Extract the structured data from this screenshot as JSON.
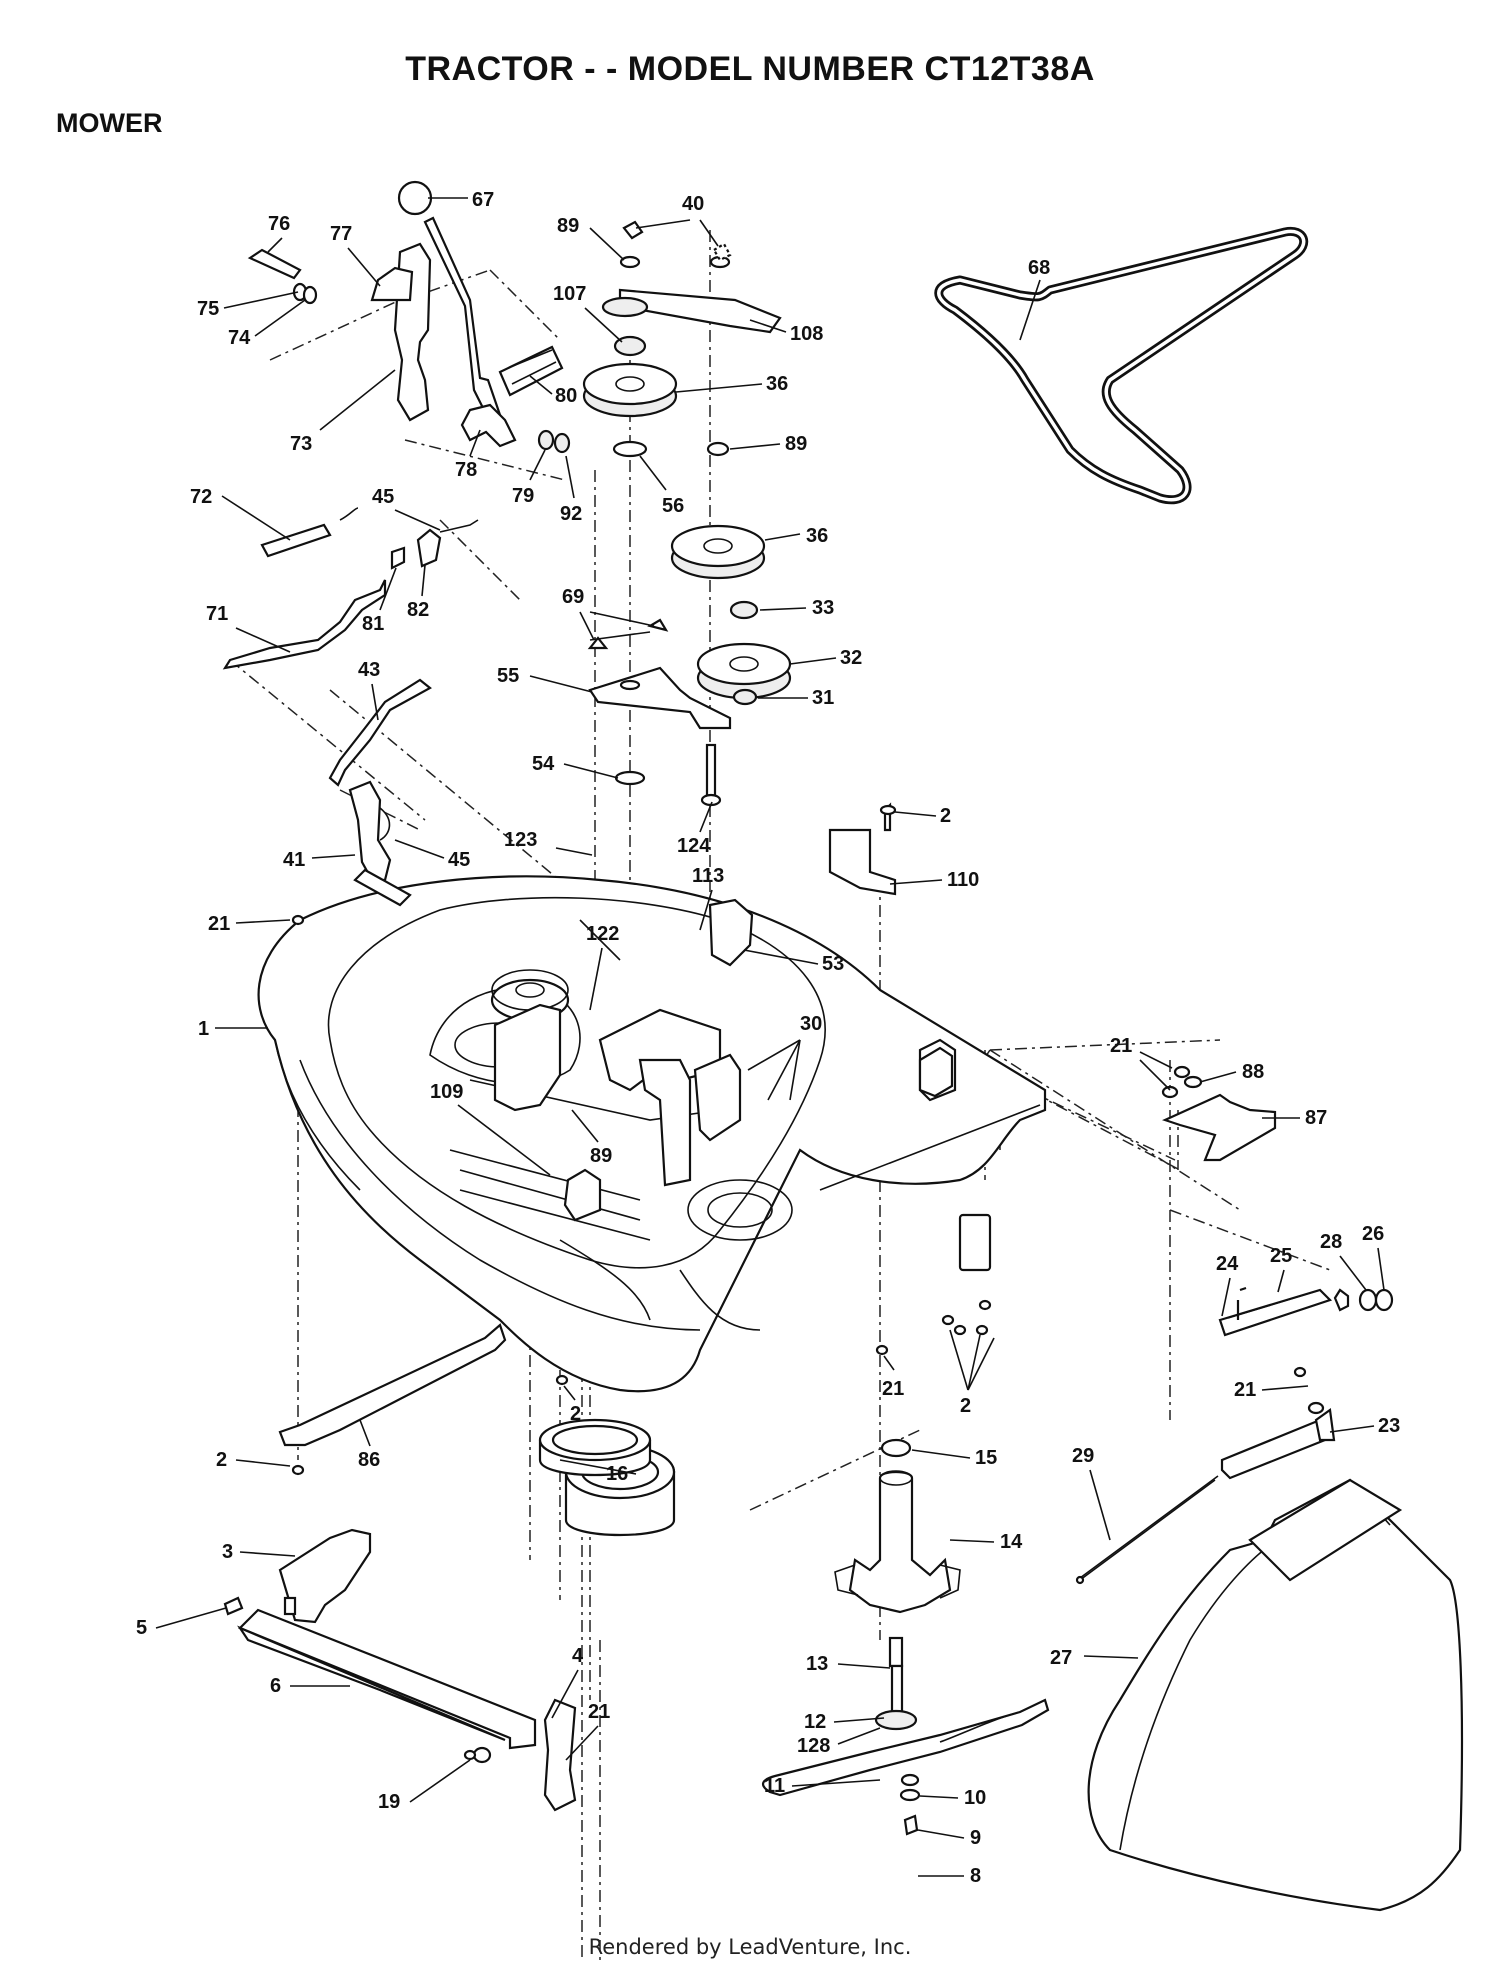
{
  "header": {
    "title": "TRACTOR - - MODEL NUMBER CT12T38A",
    "section": "MOWER"
  },
  "footer": {
    "credit": "Rendered by LeadVenture, Inc."
  },
  "callouts": [
    {
      "id": "c1",
      "text": "1"
    },
    {
      "id": "c2a",
      "text": "2"
    },
    {
      "id": "c2b",
      "text": "2"
    },
    {
      "id": "c2c",
      "text": "2"
    },
    {
      "id": "c2d",
      "text": "2"
    },
    {
      "id": "c3",
      "text": "3"
    },
    {
      "id": "c4",
      "text": "4"
    },
    {
      "id": "c5",
      "text": "5"
    },
    {
      "id": "c6",
      "text": "6"
    },
    {
      "id": "c8",
      "text": "8"
    },
    {
      "id": "c9",
      "text": "9"
    },
    {
      "id": "c10",
      "text": "10"
    },
    {
      "id": "c11",
      "text": "11"
    },
    {
      "id": "c12",
      "text": "12"
    },
    {
      "id": "c128",
      "text": "128"
    },
    {
      "id": "c13",
      "text": "13"
    },
    {
      "id": "c14",
      "text": "14"
    },
    {
      "id": "c15",
      "text": "15"
    },
    {
      "id": "c16",
      "text": "16"
    },
    {
      "id": "c19",
      "text": "19"
    },
    {
      "id": "c21a",
      "text": "21"
    },
    {
      "id": "c21b",
      "text": "21"
    },
    {
      "id": "c21c",
      "text": "21"
    },
    {
      "id": "c21d",
      "text": "21"
    },
    {
      "id": "c21e",
      "text": "21"
    },
    {
      "id": "c23",
      "text": "23"
    },
    {
      "id": "c24",
      "text": "24"
    },
    {
      "id": "c25",
      "text": "25"
    },
    {
      "id": "c26",
      "text": "26"
    },
    {
      "id": "c27",
      "text": "27"
    },
    {
      "id": "c28",
      "text": "28"
    },
    {
      "id": "c29",
      "text": "29"
    },
    {
      "id": "c30",
      "text": "30"
    },
    {
      "id": "c31",
      "text": "31"
    },
    {
      "id": "c32",
      "text": "32"
    },
    {
      "id": "c33",
      "text": "33"
    },
    {
      "id": "c36a",
      "text": "36"
    },
    {
      "id": "c36b",
      "text": "36"
    },
    {
      "id": "c40",
      "text": "40"
    },
    {
      "id": "c41",
      "text": "41"
    },
    {
      "id": "c43",
      "text": "43"
    },
    {
      "id": "c45a",
      "text": "45"
    },
    {
      "id": "c45b",
      "text": "45"
    },
    {
      "id": "c53",
      "text": "53"
    },
    {
      "id": "c54",
      "text": "54"
    },
    {
      "id": "c55",
      "text": "55"
    },
    {
      "id": "c56",
      "text": "56"
    },
    {
      "id": "c67",
      "text": "67"
    },
    {
      "id": "c68",
      "text": "68"
    },
    {
      "id": "c69",
      "text": "69"
    },
    {
      "id": "c71",
      "text": "71"
    },
    {
      "id": "c72",
      "text": "72"
    },
    {
      "id": "c73",
      "text": "73"
    },
    {
      "id": "c74",
      "text": "74"
    },
    {
      "id": "c75",
      "text": "75"
    },
    {
      "id": "c76",
      "text": "76"
    },
    {
      "id": "c77",
      "text": "77"
    },
    {
      "id": "c78",
      "text": "78"
    },
    {
      "id": "c79",
      "text": "79"
    },
    {
      "id": "c80",
      "text": "80"
    },
    {
      "id": "c81",
      "text": "81"
    },
    {
      "id": "c82",
      "text": "82"
    },
    {
      "id": "c86",
      "text": "86"
    },
    {
      "id": "c87",
      "text": "87"
    },
    {
      "id": "c88",
      "text": "88"
    },
    {
      "id": "c89a",
      "text": "89"
    },
    {
      "id": "c89b",
      "text": "89"
    },
    {
      "id": "c89c",
      "text": "89"
    },
    {
      "id": "c92",
      "text": "92"
    },
    {
      "id": "c107",
      "text": "107"
    },
    {
      "id": "c108",
      "text": "108"
    },
    {
      "id": "c109",
      "text": "109"
    },
    {
      "id": "c110",
      "text": "110"
    },
    {
      "id": "c113",
      "text": "113"
    },
    {
      "id": "c122",
      "text": "122"
    },
    {
      "id": "c123",
      "text": "123"
    },
    {
      "id": "c124",
      "text": "124"
    }
  ]
}
